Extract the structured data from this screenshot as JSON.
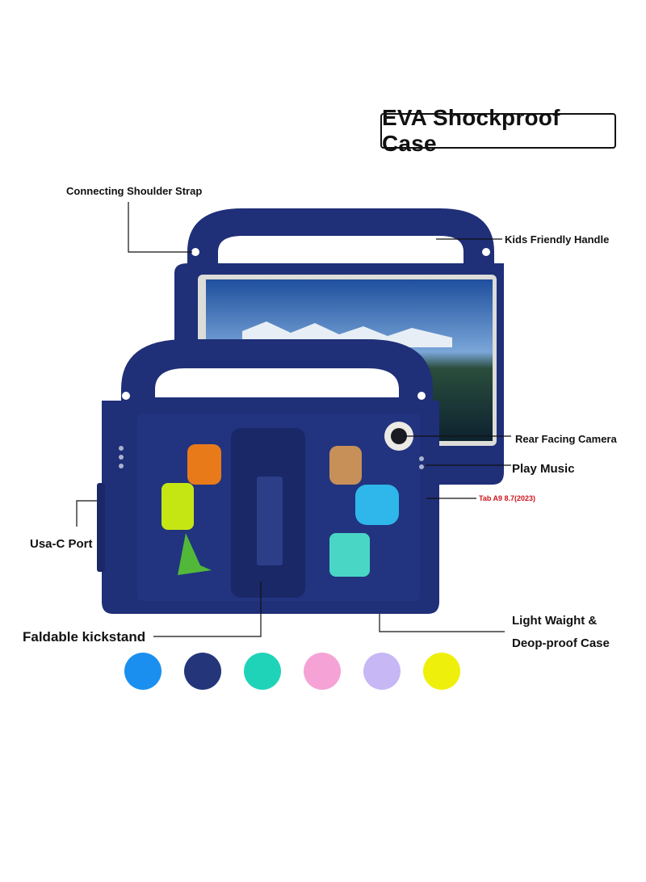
{
  "title": "EVA Shockproof Case",
  "callouts": {
    "shoulder_strap": "Connecting Shoulder Strap",
    "handle": "Kids Friendly Handle",
    "camera": "Rear Facing Camera",
    "music": "Play Music",
    "model": "Tab A9 8.7(2023)",
    "port": "Usa-C Port",
    "kickstand": "Faldable kickstand",
    "light_line1": "Light Waight &",
    "light_line2": "Deop-proof Case"
  },
  "colors": {
    "case_navy": "#1f2f78",
    "swatches": [
      "#1a8ff0",
      "#24357a",
      "#1fd3b8",
      "#f5a3d6",
      "#c7b7f5",
      "#eef00c"
    ]
  },
  "color_names": [
    "sky-blue",
    "navy",
    "turquoise",
    "pink",
    "lavender",
    "yellow"
  ]
}
